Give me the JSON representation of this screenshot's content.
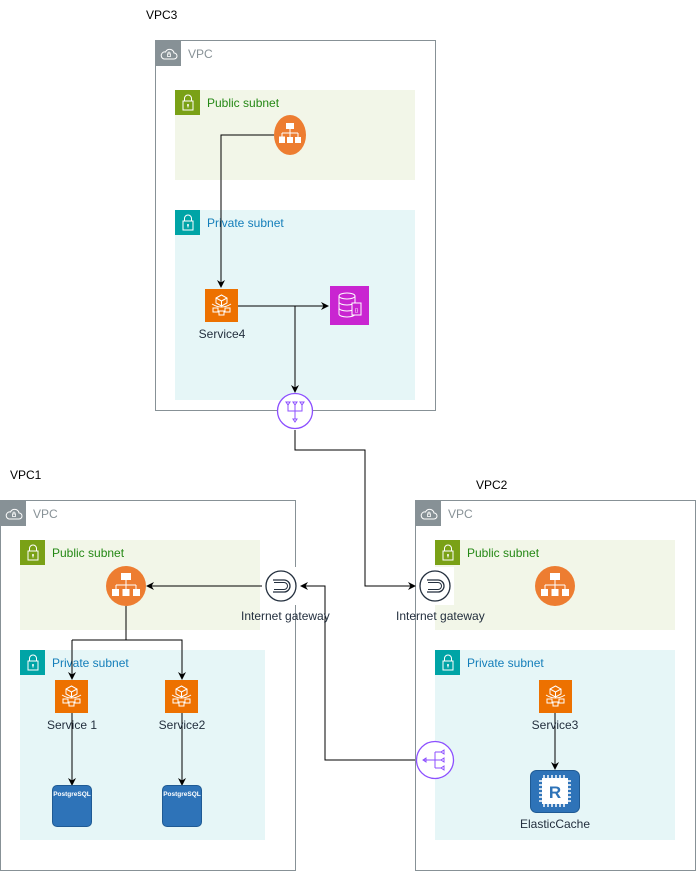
{
  "vpcs": {
    "vpc3": {
      "title": "VPC3",
      "label": "VPC",
      "public_subnet": "Public subnet",
      "private_subnet": "Private subnet",
      "service": "Service4"
    },
    "vpc1": {
      "title": "VPC1",
      "label": "VPC",
      "public_subnet": "Public subnet",
      "private_subnet": "Private subnet",
      "igw": "Internet gateway",
      "services": [
        "Service 1",
        "Service2"
      ],
      "db_label": "PostgreSQL"
    },
    "vpc2": {
      "title": "VPC2",
      "label": "VPC",
      "public_subnet": "Public subnet",
      "private_subnet": "Private subnet",
      "igw": "Internet gateway",
      "service": "Service3",
      "cache": "ElasticCache"
    }
  },
  "icons": {
    "vpc": "cloud-lock-icon",
    "subnet": "padlock-icon",
    "load_balancer": "load-balancer-icon",
    "fargate": "fargate-service-icon",
    "database": "documentdb-icon",
    "transit_gateway": "transit-gateway-icon",
    "internet_gateway": "internet-gateway-icon",
    "nat_gateway": "nat-gateway-icon",
    "postgres": "postgresql-icon",
    "elasticache": "elasticache-redis-icon"
  },
  "colors": {
    "vpc_border": "#879196",
    "public_fill": "#F2F6E8",
    "public_accent": "#7AA116",
    "private_fill": "#E6F6F7",
    "private_accent": "#00A4A6",
    "compute": "#ED7100",
    "elb": "#ED7D31",
    "database": "#C925D1",
    "network": "#8C4FFF",
    "postgres": "#2E73B8"
  }
}
